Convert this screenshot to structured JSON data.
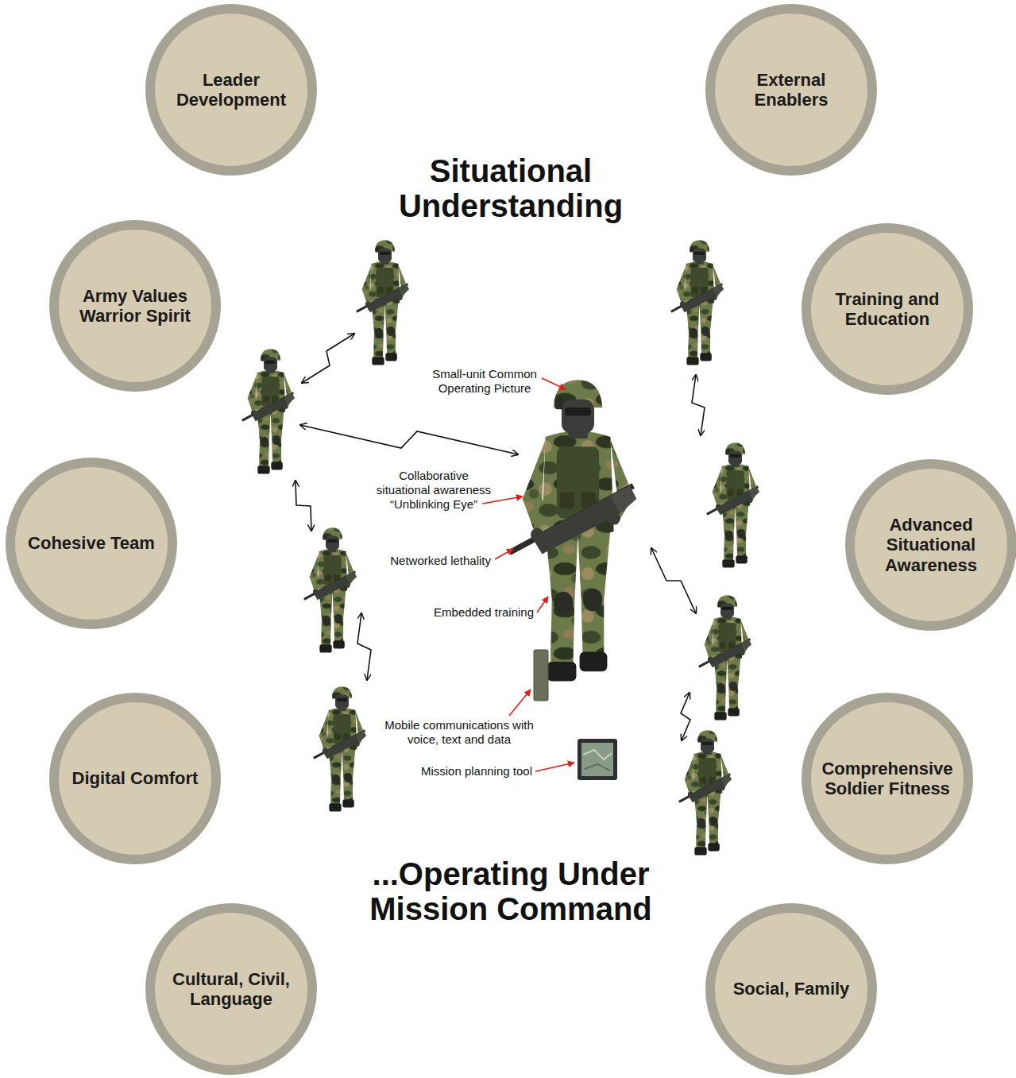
{
  "diagram": {
    "title": "Situational Understanding",
    "caption": "...Operating Under Mission Command",
    "nodes": [
      {
        "text": [
          "Leader Development"
        ]
      },
      {
        "text": [
          "External Enablers"
        ]
      },
      {
        "text": [
          "Army Values Warrior Spirit"
        ]
      },
      {
        "text": [
          "Training and Education"
        ]
      },
      {
        "text": [
          "Cohesive Team"
        ]
      },
      {
        "text": [
          "Advanced Situational Awareness"
        ]
      },
      {
        "text": [
          "Digital Comfort"
        ]
      },
      {
        "text": [
          "Comprehensive Soldier Fitness"
        ]
      },
      {
        "text": [
          "Cultural, Civil, Language"
        ]
      },
      {
        "text": [
          "Social, Family"
        ]
      }
    ],
    "labels": [
      "Small-unit Common Operating Picture",
      "Collaborative situational awareness “Unblinking Eye”",
      "Networked lethality",
      "Embedded training",
      "Mobile communications with voice, text and data",
      "Mission planning tool"
    ]
  }
}
